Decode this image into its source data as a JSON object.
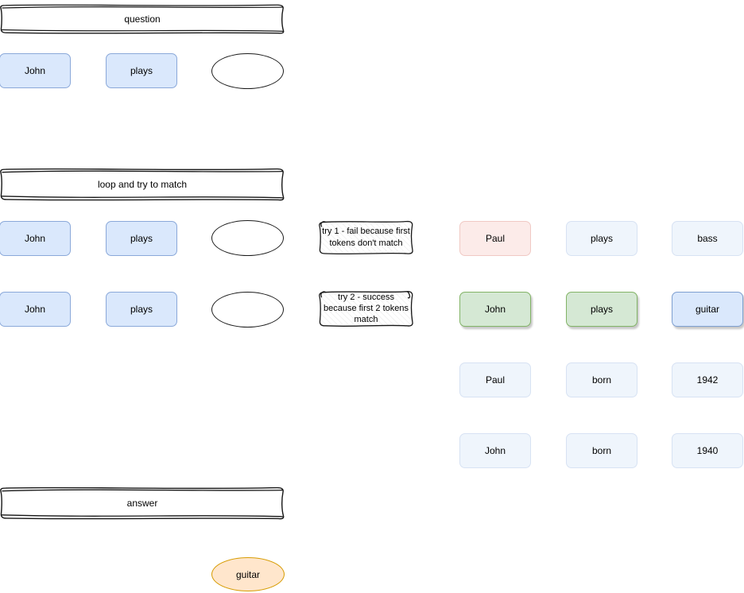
{
  "banners": {
    "question": {
      "label": "question"
    },
    "loop": {
      "label": "loop and try to match"
    },
    "answer": {
      "label": "answer"
    }
  },
  "question_row": {
    "tokens": [
      "John",
      "plays"
    ]
  },
  "loop_rows": [
    {
      "tokens": [
        "John",
        "plays"
      ]
    },
    {
      "tokens": [
        "John",
        "plays"
      ]
    }
  ],
  "notes": [
    {
      "text": "try 1 - fail because first tokens don't match"
    },
    {
      "text": "try 2 - success because first 2 tokens match"
    }
  ],
  "facts": {
    "rows": [
      {
        "cells": [
          {
            "text": "Paul",
            "state": "mismatch"
          },
          {
            "text": "plays",
            "state": "idle"
          },
          {
            "text": "bass",
            "state": "idle"
          }
        ]
      },
      {
        "cells": [
          {
            "text": "John",
            "state": "match"
          },
          {
            "text": "plays",
            "state": "match"
          },
          {
            "text": "guitar",
            "state": "result"
          }
        ]
      },
      {
        "cells": [
          {
            "text": "Paul",
            "state": "idle"
          },
          {
            "text": "born",
            "state": "idle"
          },
          {
            "text": "1942",
            "state": "idle"
          }
        ]
      },
      {
        "cells": [
          {
            "text": "John",
            "state": "idle"
          },
          {
            "text": "born",
            "state": "idle"
          },
          {
            "text": "1940",
            "state": "idle"
          }
        ]
      }
    ]
  },
  "answer": {
    "token": "guitar"
  },
  "colors": {
    "token_blue_fill": "#dae8fc",
    "token_blue_border": "#8aa8d9",
    "token_light_fill": "#eff5fc",
    "token_light_border": "#d7e2f3",
    "token_pink_fill": "#fcebe9",
    "token_pink_border": "#f0c9c4",
    "token_green_fill": "#d5e8d4",
    "token_green_border": "#82b366",
    "answer_orange_fill": "#ffe6cc",
    "answer_orange_border": "#d79b00",
    "ink": "#171717"
  }
}
